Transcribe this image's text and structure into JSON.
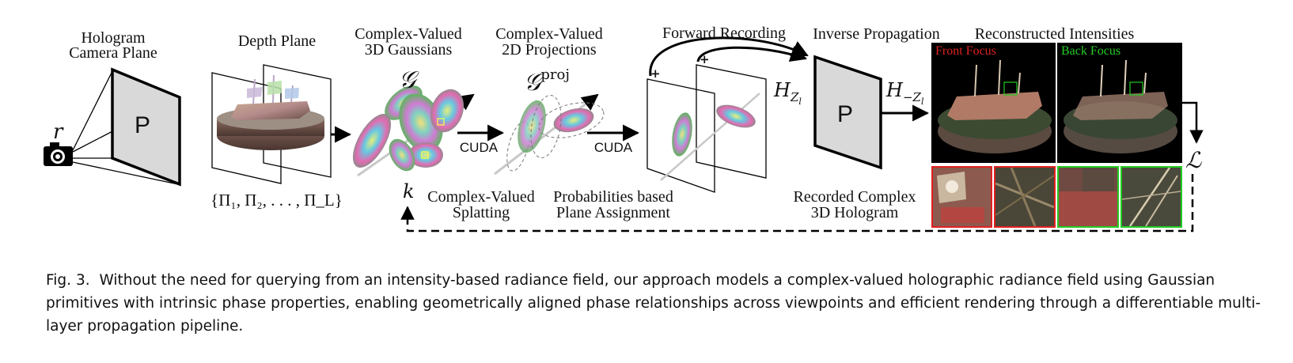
{
  "labels": {
    "hologram_camera_plane_l1": "Hologram",
    "hologram_camera_plane_l2": "Camera Plane",
    "depth_plane": "Depth Plane",
    "cv_gaussians_l1": "Complex-Valued",
    "cv_gaussians_l2": "3D Gaussians",
    "cv_proj_l1": "Complex-Valued",
    "cv_proj_l2": "2D Projections",
    "forward_recording": "Forward Recording",
    "inverse_propagation": "Inverse Propagation",
    "reconstructed_intensities": "Reconstructed Intensities",
    "plane_p_left": "P",
    "plane_p_right": "P",
    "r_symbol": "r",
    "depth_set": "{Π₁, Π₂, . . . , Π_L}",
    "gaussian_symbol": "𝒢",
    "gaussian_proj_symbol": "𝒢",
    "gaussian_proj_sup": "proj",
    "cuda_1": "CUDA",
    "cuda_2": "CUDA",
    "plus_1": "+",
    "plus_2": "+",
    "h_forward": "H",
    "h_forward_sub": "Z",
    "h_forward_subsub": "l",
    "h_inverse": "H",
    "h_inverse_sub": "−Z",
    "h_inverse_subsub": "l",
    "loss_symbol": "ℒ",
    "k_symbol": "k",
    "cv_splatting_l1": "Complex-Valued",
    "cv_splatting_l2": "Splatting",
    "prob_plane_l1": "Probabilities based",
    "prob_plane_l2": "Plane Assignment",
    "recorded_hologram_l1": "Recorded Complex",
    "recorded_hologram_l2": "3D Hologram",
    "front_focus": "Front Focus",
    "back_focus": "Back Focus"
  },
  "colors": {
    "front_focus": "#e02020",
    "back_focus": "#22cc22",
    "plane_fill": "#d9d9d9"
  },
  "caption": {
    "fig": "Fig. 3.",
    "text": "Without the need for querying from an intensity-based radiance field, our approach models a complex-valued holographic radiance field using Gaussian primitives with intrinsic phase properties, enabling geometrically aligned phase relationships across viewpoints and efficient rendering through a differentiable multi-layer propagation pipeline."
  }
}
